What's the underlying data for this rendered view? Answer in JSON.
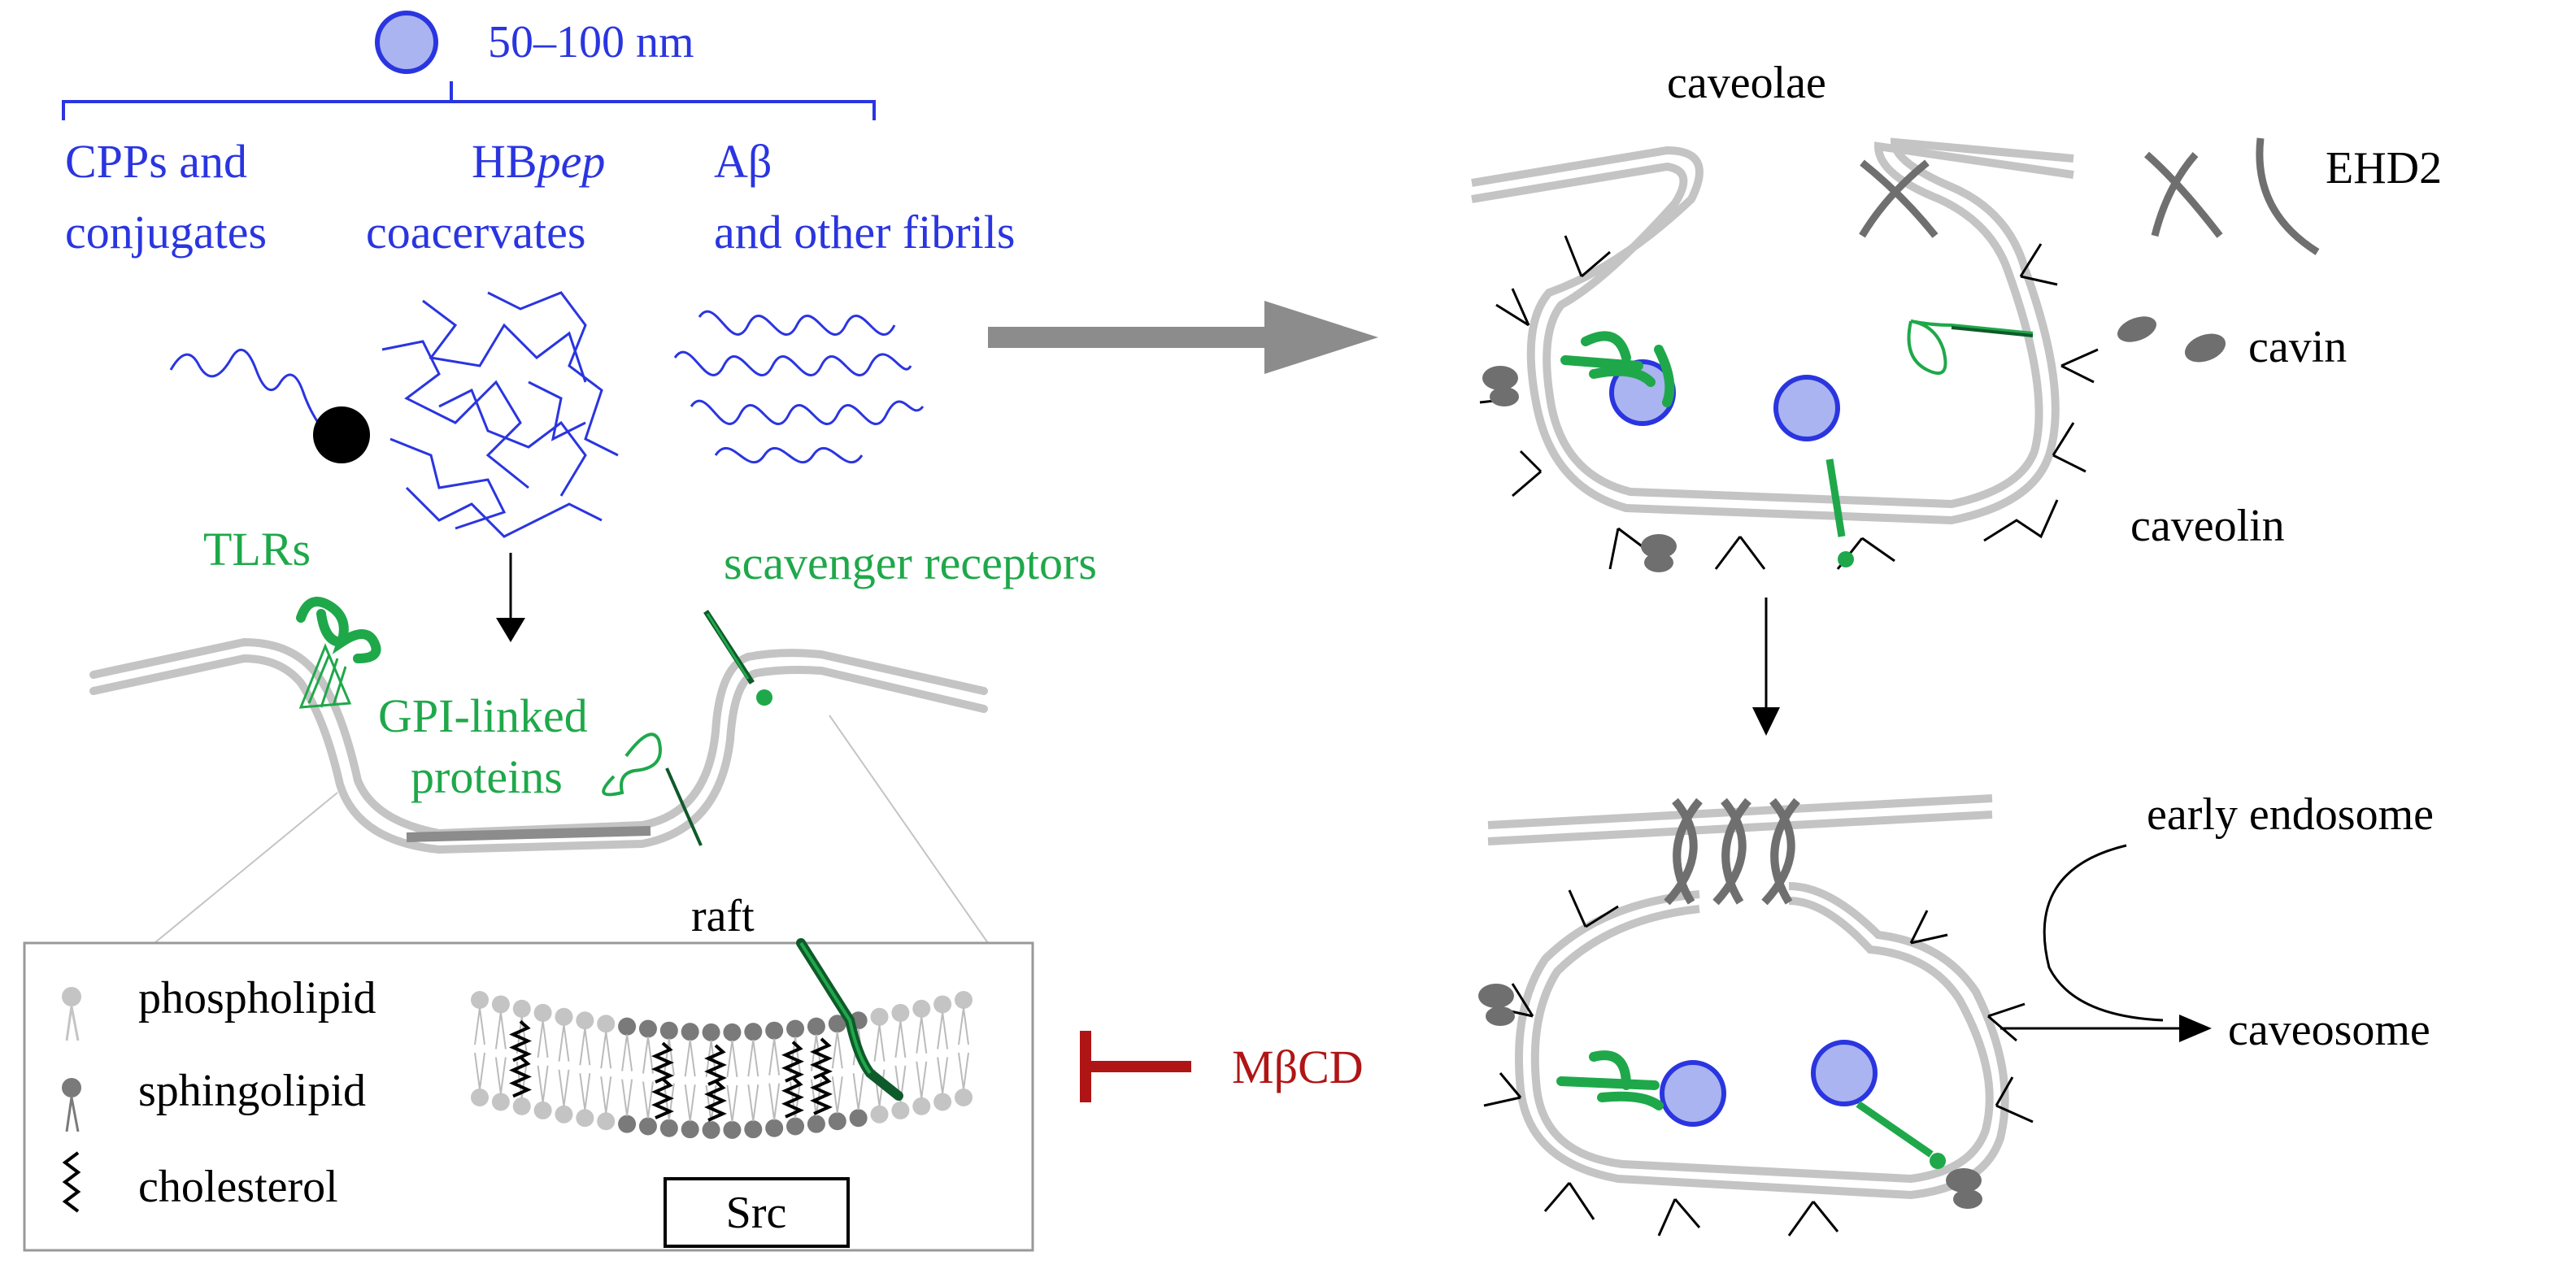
{
  "colors": {
    "blue": "#2a35e0",
    "particle_fill": "#aab4f0",
    "green": "#1fa84a",
    "dark_green": "#0f5a2a",
    "membrane": "#c4c4c4",
    "membrane_dark": "#8c8c8c",
    "protein_grey": "#6f6f6f",
    "red": "#b01515",
    "black": "#000000"
  },
  "left": {
    "size_label": "50–100 nm",
    "cpp_line1": "CPPs and",
    "cpp_line2": "conjugates",
    "hb_line1_prefix": "HB",
    "hb_line1_italic": "pep",
    "hb_line2": "coacervates",
    "ab_line1": "Aβ",
    "ab_line2": "and other fibrils",
    "tlrs": "TLRs",
    "scavenger": "scavenger receptors",
    "gpi_line1": "GPI-linked",
    "gpi_line2": "proteins",
    "raft": "raft",
    "legend_phospholipid": "phospholipid",
    "legend_sphingolipid": "sphingolipid",
    "legend_cholesterol": "cholesterol",
    "src": "Src",
    "inhibitor": "MβCD"
  },
  "right": {
    "caveolae": "caveolae",
    "ehd2": "EHD2",
    "cavin": "cavin",
    "caveolin": "caveolin",
    "early_endosome": "early endosome",
    "caveosome": "caveosome"
  }
}
